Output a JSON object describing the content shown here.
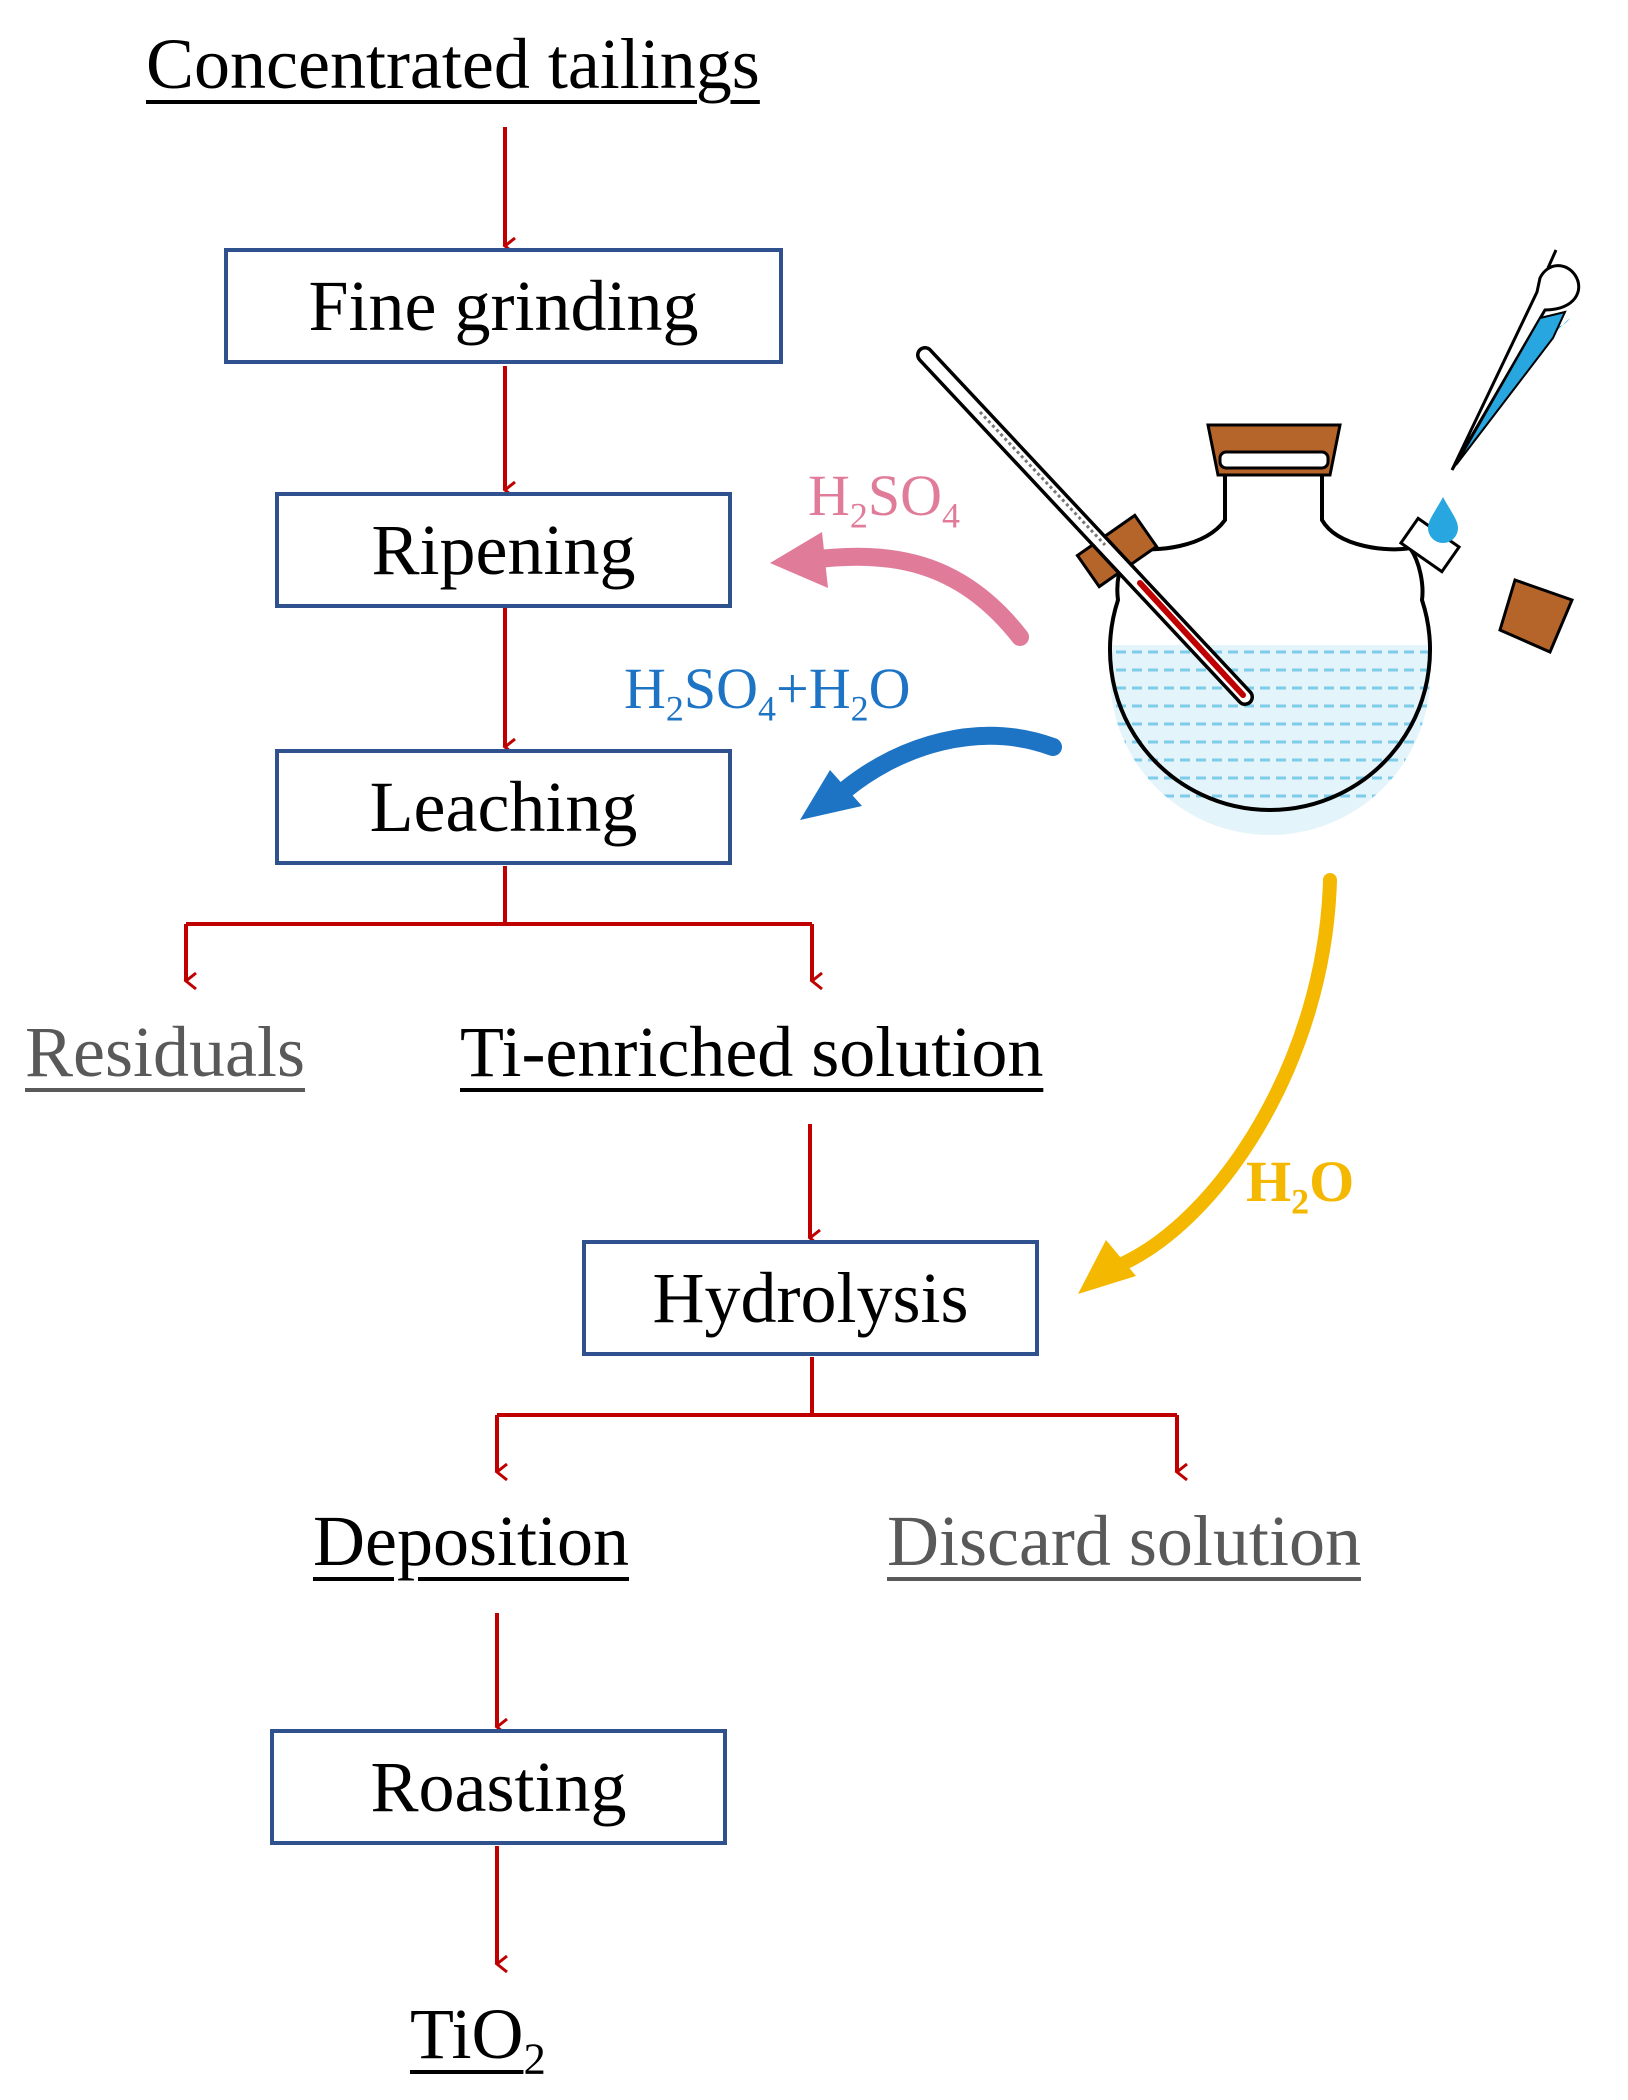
{
  "colors": {
    "flow_arrow": "#C00000",
    "box_border": "#2F528F",
    "reagent_ripening": "#E07C9A",
    "reagent_leaching": "#1E74C4",
    "reagent_hydrolysis": "#F5B800",
    "byproduct_text": "#595959"
  },
  "diagram": {
    "start": "Concentrated tailings",
    "steps": {
      "fine_grinding": "Fine grinding",
      "ripening": "Ripening",
      "leaching": "Leaching",
      "hydrolysis": "Hydrolysis",
      "roasting": "Roasting"
    },
    "products": {
      "residuals": "Residuals",
      "ti_solution": "Ti-enriched solution",
      "deposition": "Deposition",
      "discard": "Discard solution",
      "final_main": "TiO",
      "final_sub": "2"
    },
    "reagents": {
      "ripening": {
        "p1": "H",
        "s1": "2",
        "p2": "SO",
        "s2": "4"
      },
      "leaching": {
        "p1": "H",
        "s1": "2",
        "p2": "SO",
        "s2": "4",
        "p3": "+H",
        "s3": "2",
        "p4": "O"
      },
      "hydrolysis": {
        "p1": "H",
        "s1": "2",
        "p2": "O"
      }
    },
    "apparatus_icons": [
      "three-neck-flask-icon",
      "thermometer-icon",
      "dropping-funnel-icon",
      "water-drop-icon",
      "stopper-icon"
    ]
  }
}
